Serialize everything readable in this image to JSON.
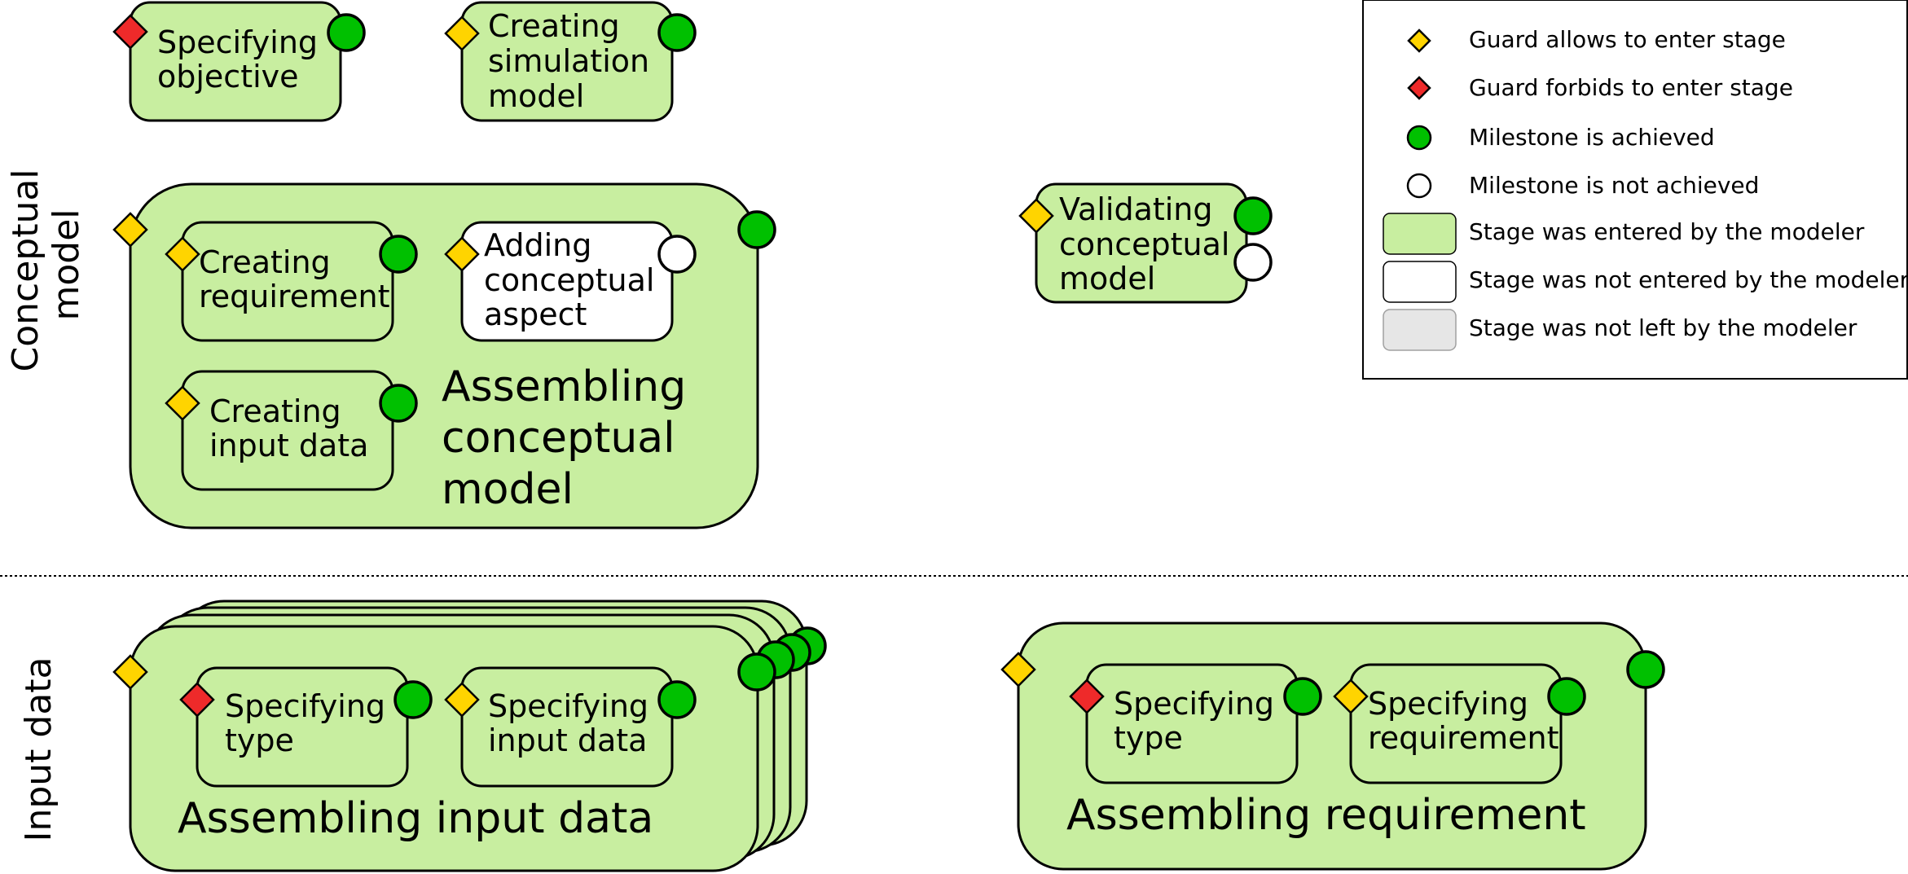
{
  "colors": {
    "stage_entered": "#c8eea0",
    "stage_not_entered": "#ffffff",
    "stage_not_left": "#e6e6e6",
    "guard_allows": "#ffd400",
    "guard_forbids": "#ee2a2a",
    "milestone_achieved": "#00c000",
    "milestone_not_achieved": "#ffffff"
  },
  "lanes": {
    "conceptual_model": [
      "Conceptual",
      "model"
    ],
    "input_data": "Input data"
  },
  "stages": {
    "specifying_objective": [
      "Specifying",
      "objective"
    ],
    "creating_simulation_model": [
      "Creating",
      "simulation",
      "model"
    ],
    "assembling_conceptual_model": [
      "Assembling",
      "conceptual",
      "model"
    ],
    "creating_requirement": [
      "Creating",
      "requirement"
    ],
    "adding_conceptual_aspect": [
      "Adding",
      "conceptual",
      "aspect"
    ],
    "creating_input_data": [
      "Creating",
      "input data"
    ],
    "validating_conceptual_model": [
      "Validating",
      "conceptual",
      "model"
    ],
    "assembling_input_data": "Assembling input data",
    "specifying_type_input": [
      "Specifying",
      "type"
    ],
    "specifying_input_data": [
      "Specifying",
      "input data"
    ],
    "assembling_requirement": "Assembling requirement",
    "specifying_type_req": [
      "Specifying",
      "type"
    ],
    "specifying_requirement": [
      "Specifying",
      "requirement"
    ]
  },
  "legend": {
    "guard_allows": "Guard allows to enter stage",
    "guard_forbids": "Guard forbids to enter stage",
    "milestone_achieved": "Milestone is achieved",
    "milestone_not_achieved": "Milestone is not achieved",
    "stage_entered": "Stage was entered by the modeler",
    "stage_not_entered": "Stage was not entered by the modeler",
    "stage_not_left": "Stage was not left by the modeler"
  }
}
